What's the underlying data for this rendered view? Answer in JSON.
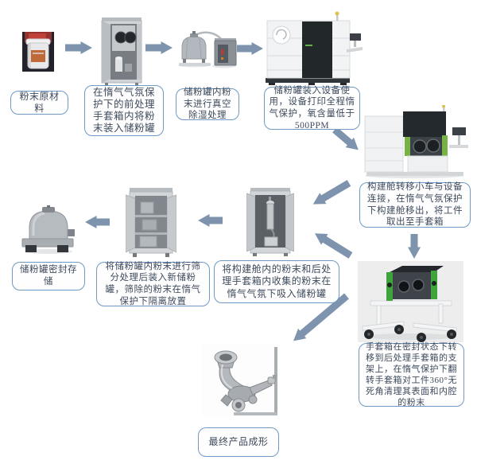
{
  "colors": {
    "arrow": "#7e93ae",
    "box_border": "#6f9ac5",
    "box_text": "#3e4a5c",
    "box_bg": "#fefefe",
    "glovebox_green": "#55aa3f",
    "printer_panel_dark": "#23292c"
  },
  "steps": [
    {
      "id": "raw-material",
      "label": "粉末原材料",
      "image": "powder-bucket-photo"
    },
    {
      "id": "pretreatment-glovebox",
      "label": "在惰气气氛保护下的前处理手套箱内将粉末装入储粉罐",
      "image": "pretreatment-glovebox-photo"
    },
    {
      "id": "vacuum-dehumidify",
      "label": "储粉罐内粉末进行真空除湿处理",
      "image": "vacuum-dehumidifier-photo"
    },
    {
      "id": "printing",
      "label": "储粉罐装入设备使用，设备打印全程惰气保护，氧含量低于500PPM",
      "image": "metal-printer-photo"
    },
    {
      "id": "chamber-transfer",
      "label": "构建舱转移小车与设备连接，在惰气气氛保护下构建舱移出，将工件取出至手套箱",
      "image": "transfer-station-photo"
    },
    {
      "id": "post-process-cart",
      "label": "手套箱在密封状态下转移到后处理手套箱的支架上，在惰气保护下翻转手套箱对工件360°无死角清理其表面和内腔的粉末",
      "image": "glovebox-cart-photo"
    },
    {
      "id": "powder-recovery",
      "label": "将构建舱内的粉末和后处理手套箱内收集的粉末在惰气气氛下吸入储粉罐",
      "image": "powder-suction-glovebox-photo"
    },
    {
      "id": "sieving",
      "label": "将储粉罐内粉末进行筛分处理后装入新储粉罐，筛除的粉末在惰气保护下隔离放置",
      "image": "sieving-cabinet-photo"
    },
    {
      "id": "sealed-storage",
      "label": "储粉罐密封存储",
      "image": "storage-tank-photo"
    },
    {
      "id": "final-product",
      "label": "最终产品成形",
      "image": "final-part-photo"
    }
  ],
  "flow_edges": [
    {
      "from": "raw-material",
      "to": "pretreatment-glovebox"
    },
    {
      "from": "pretreatment-glovebox",
      "to": "vacuum-dehumidify"
    },
    {
      "from": "vacuum-dehumidify",
      "to": "printing"
    },
    {
      "from": "printing",
      "to": "chamber-transfer"
    },
    {
      "from": "chamber-transfer",
      "to": "post-process-cart"
    },
    {
      "from": "chamber-transfer",
      "to": "powder-recovery"
    },
    {
      "from": "post-process-cart",
      "to": "powder-recovery"
    },
    {
      "from": "powder-recovery",
      "to": "sieving"
    },
    {
      "from": "sieving",
      "to": "sealed-storage"
    },
    {
      "from": "post-process-cart",
      "to": "final-product"
    }
  ]
}
